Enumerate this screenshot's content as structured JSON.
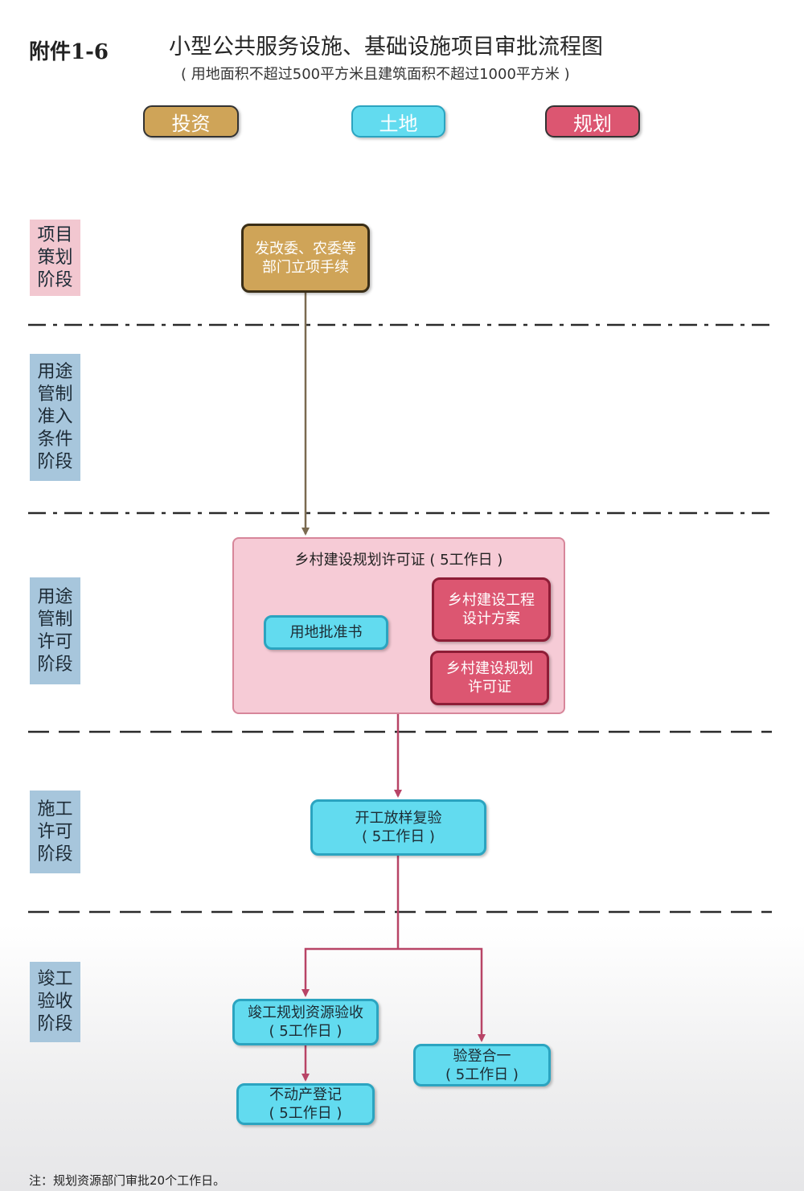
{
  "header": {
    "attachment": "附件1-6",
    "title": "小型公共服务设施、基础设施项目审批流程图",
    "subtitle": "( 用地面积不超过500平方米且建筑面积不超过1000平方米 )"
  },
  "legend": {
    "invest": "投资",
    "land": "土地",
    "plan": "规划"
  },
  "colors": {
    "invest": "#cfa458",
    "land": "#62dbef",
    "plan": "#dc5671",
    "stage_planning": "#f2c7d0",
    "stage_other": "#a7c6dc",
    "arrow_brown": "#7a6a50",
    "arrow_red": "#b84466"
  },
  "stages": {
    "s1": [
      "项目",
      "策划",
      "阶段"
    ],
    "s2": [
      "用途",
      "管制",
      "准入",
      "条件",
      "阶段"
    ],
    "s3": [
      "用途",
      "管制",
      "许可",
      "阶段"
    ],
    "s4": [
      "施工",
      "许可",
      "阶段"
    ],
    "s5": [
      "竣工",
      "验收",
      "阶段"
    ]
  },
  "nodes": {
    "project_approval": [
      "发改委、农委等",
      "部门立项手续"
    ],
    "rural_permit_container": "乡村建设规划许可证 ( 5工作日 )",
    "land_approval": "用地批准书",
    "rural_design": [
      "乡村建设工程",
      "设计方案"
    ],
    "rural_permit": [
      "乡村建设规划",
      "许可证"
    ],
    "setout_check": [
      "开工放样复验",
      "( 5工作日 )"
    ],
    "completion_acceptance": [
      "竣工规划资源验收",
      "( 5工作日 )"
    ],
    "property_registration": [
      "不动产登记",
      "( 5工作日 )"
    ],
    "inspection_combined": [
      "验登合一",
      "( 5工作日 )"
    ]
  },
  "note": "注：规划资源部门审批20个工作日。"
}
